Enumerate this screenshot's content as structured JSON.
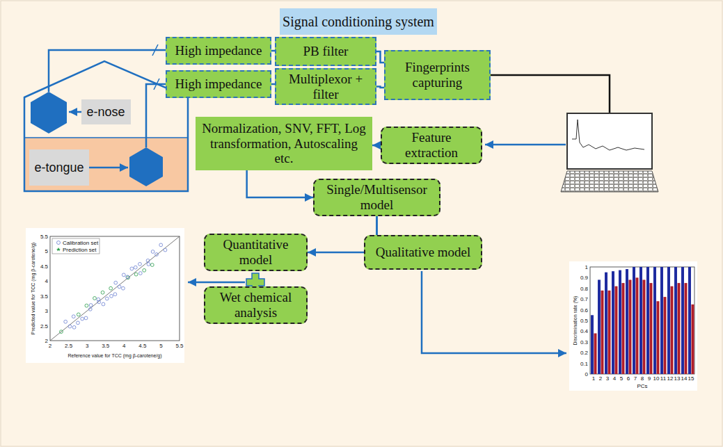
{
  "diagram": {
    "title": "Signal conditioning system",
    "nodes": [
      {
        "text": [
          "High impedance"
        ]
      },
      {
        "text": [
          "PB filter"
        ]
      },
      {
        "text": [
          "High impedance"
        ]
      },
      {
        "text": [
          "Multiplexor + filter"
        ]
      },
      {
        "text": [
          "Fingerprints capturing"
        ]
      },
      {
        "text": [
          "e-nose"
        ]
      },
      {
        "text": [
          "e-tongue"
        ]
      },
      {
        "text": [
          "Normalization, SNV, FFT, Log transformation, Autoscaling etc."
        ]
      },
      {
        "text": [
          "Feature extraction"
        ]
      },
      {
        "text": [
          "Single/Multisensor model"
        ]
      },
      {
        "text": [
          "Quantitative model"
        ]
      },
      {
        "text": [
          "Qualitative model"
        ]
      },
      {
        "text": [
          "Wet chemical analysis"
        ]
      }
    ],
    "edges": [
      {
        "from": 0,
        "to": 1,
        "arrow": "none"
      },
      {
        "from": 2,
        "to": 3,
        "arrow": "none"
      },
      {
        "from": 1,
        "to": 4,
        "arrow": "none"
      },
      {
        "from": 3,
        "to": 4,
        "arrow": "none"
      },
      {
        "from": 8,
        "to": 7,
        "arrow": "to"
      },
      {
        "from": 7,
        "to": 9,
        "arrow": "to"
      },
      {
        "from": 9,
        "to": 10,
        "arrow": "to"
      },
      {
        "from": 9,
        "to": 11,
        "arrow": "to"
      }
    ],
    "labels": [
      "Predicted value for TCC (mg β-carotene/g)",
      "Reference value for TCC (mg β-carotene/g)",
      "Calibration set",
      "Prediction set",
      "2",
      "2.5",
      "3",
      "3.5",
      "4",
      "4.5",
      "5",
      "5.5",
      "2",
      "2.5",
      "3",
      "3.5",
      "4",
      "4.5",
      "5",
      "5.5",
      "Discrimination rate (%)",
      "PCs",
      "0",
      "0.1",
      "0.2",
      "0.3",
      "0.4",
      "0.5",
      "0.6",
      "0.7",
      "0.8",
      "0.9",
      "1",
      "1",
      "2",
      "3",
      "4",
      "5",
      "6",
      "7",
      "8",
      "9",
      "10",
      "11",
      "12",
      "13",
      "14",
      "15"
    ]
  }
}
